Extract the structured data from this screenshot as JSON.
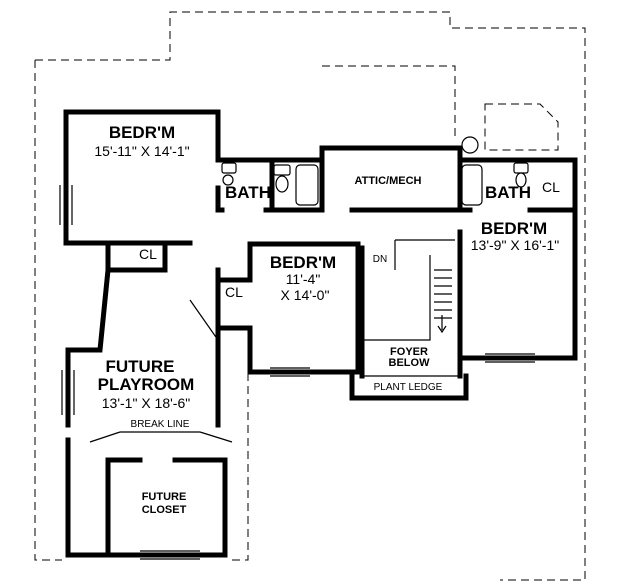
{
  "rooms": {
    "bedroom_1": {
      "name": "BEDR'M",
      "dims": "15'-11\" X 14'-1\""
    },
    "bath_1": {
      "name": "BATH"
    },
    "attic": {
      "name": "ATTIC/MECH"
    },
    "bath_2": {
      "name": "BATH"
    },
    "closet_right": {
      "name": "CL"
    },
    "bedroom_3": {
      "name": "BEDR'M",
      "dims": "13'-9\" X 16'-1\""
    },
    "closet_left": {
      "name": "CL"
    },
    "bedroom_2": {
      "name": "BEDR'M",
      "dims_line1": "11'-4\"",
      "dims_line2": "X 14'-0\""
    },
    "closet_mid": {
      "name": "CL"
    },
    "stair_dn": {
      "name": "DN"
    },
    "foyer": {
      "line1": "FOYER",
      "line2": "BELOW"
    },
    "plant_ledge": {
      "name": "PLANT LEDGE"
    },
    "playroom": {
      "line1": "FUTURE",
      "line2": "PLAYROOM",
      "dims": "13'-1\" X 18'-6\""
    },
    "break_line": {
      "name": "BREAK LINE"
    },
    "future_closet": {
      "line1": "FUTURE",
      "line2": "CLOSET"
    }
  }
}
